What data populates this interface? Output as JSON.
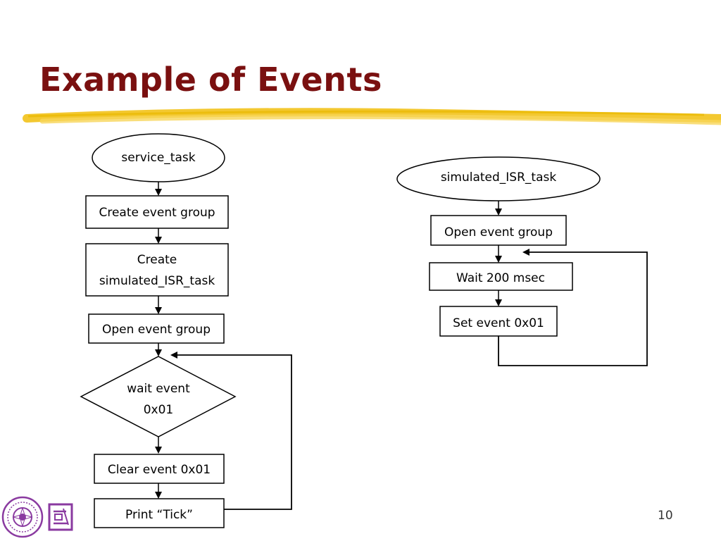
{
  "slide": {
    "title": "Example of Events",
    "page_number": "10"
  },
  "left_flow": {
    "start": "service_task",
    "step1": "Create event group",
    "step2_line1": "Create",
    "step2_line2": "simulated_ISR_task",
    "step3": "Open event group",
    "decision_line1": "wait event",
    "decision_line2": "0x01",
    "step4": "Clear event 0x01",
    "step5": "Print “Tick”"
  },
  "right_flow": {
    "start": "simulated_ISR_task",
    "step1": "Open event group",
    "step2": "Wait 200 msec",
    "step3": "Set event 0x01"
  },
  "colors": {
    "title": "#7a1010",
    "highlight_stroke": "#f2c21a",
    "logo": "#8a3aa0"
  }
}
